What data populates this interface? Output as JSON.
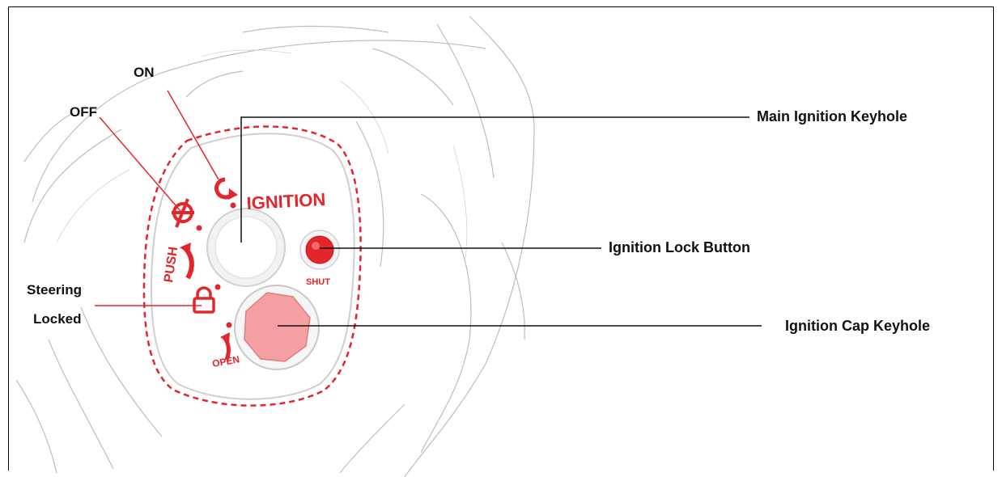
{
  "labels": {
    "on": "ON",
    "off": "OFF",
    "steering": "Steering",
    "locked": "Locked",
    "main_keyhole": "Main Ignition Keyhole",
    "lock_button": "Ignition Lock Button",
    "cap_keyhole": "Ignition Cap Keyhole"
  },
  "panel_text": {
    "ignition": "IGNITION",
    "push": "PUSH",
    "shut": "SHUT",
    "open": "OPEN"
  },
  "colors": {
    "accent_red": "#e3262c",
    "light_red": "#f4a0a3",
    "line_black": "#111111"
  }
}
